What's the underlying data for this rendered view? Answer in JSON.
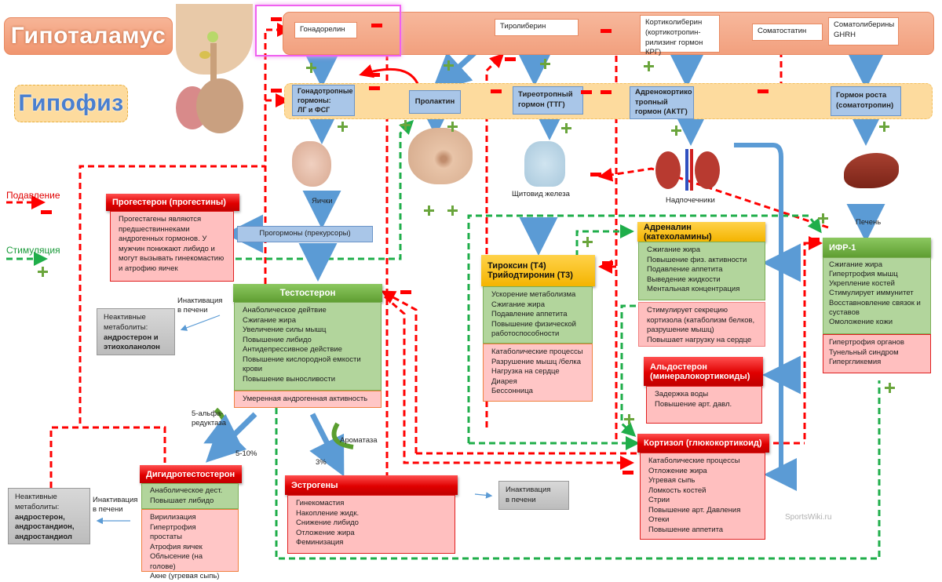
{
  "colors": {
    "suppression": "#ff0000",
    "stimulation": "#22aa44",
    "hormone_arrow": "#5b9bd5"
  },
  "levels": {
    "hypothalamus": "Гипоталамус",
    "pituitary": "Гипофиз"
  },
  "releasing": {
    "gonadorelin": "Гонадорелин",
    "tiroliberin": "Тиролиберин",
    "kortikoliberin": [
      "Кортиколиберин",
      "(кортикотропин-",
      "рилизинг гормон КРГ)"
    ],
    "somatostatin": "Соматостатин",
    "somatoliberin": [
      "Соматолиберины",
      "GHRH"
    ]
  },
  "pituitary_hormones": {
    "gonadotropic": [
      "Гонадотропные",
      "гормоны:",
      "ЛГ и ФСГ"
    ],
    "prolactin": "Пролактин",
    "ttg": [
      "Тиреотропный",
      "гормон (ТТГ)"
    ],
    "actg": [
      "Адренокортико",
      "тропный",
      "гормон (АКТГ)"
    ],
    "gh": [
      "Гормон роста",
      "(соматотропин)"
    ]
  },
  "organs": {
    "testes": "Яички",
    "thyroid": "Щитовид железа",
    "adrenals": "Надпочечники",
    "liver": "Печень"
  },
  "legend": {
    "suppression": "Подавление",
    "stimulation": "Стимуляция"
  },
  "progesterone": {
    "title": "Прогестерон (прогестины)",
    "text": [
      "Прогестагены являются",
      "предшествиннеками",
      "андрогенных гормонов. У",
      "мужчин понижают либидо и",
      "могут вызывать гинекомастию",
      "и атрофию яичек"
    ]
  },
  "prohormones": "Прогормоны (прекурсоры)",
  "testosterone": {
    "title": "Тестостерон",
    "positive": [
      "Анаболическое дейтвие",
      "Сжигание жира",
      "Увеличение силы мышц",
      "Повышение либидо",
      "Антидепрессивное действие",
      "Повышение кислородной  емкости",
      "крови",
      "Повышение выносливости"
    ],
    "negative": [
      "Умеренная андрогенная активность"
    ]
  },
  "inactivation_liver": [
    "Инактивация",
    "в печени"
  ],
  "metabolites1": {
    "line1": "Неактивные",
    "line2": "метаболиты:",
    "bold": [
      "андростерон и",
      "этиохоланолон"
    ]
  },
  "metabolites2": {
    "line1": "Неактивные",
    "line2": "метаболиты:",
    "bold": [
      "андростерон,",
      "андростандион,",
      "андростандиол"
    ]
  },
  "thyroxine": {
    "title": [
      "Тироксин (Т4)",
      "Трийодтиронин (Т3)"
    ],
    "positive": [
      "Ускорение метаболизма",
      "Сжигание жира",
      "Подавление аппетита",
      "Повышение физической",
      "работоспособности"
    ],
    "negative": [
      "Катаболические процессы",
      "Разрушение мышц /белка",
      "Нагрузка на сердце",
      "Диарея",
      "Бессонница"
    ]
  },
  "adrenaline": {
    "title": "Адреналин (катехоламины)",
    "positive": [
      "Сжигание жира",
      "Повышение физ. активности",
      "Подавление аппетита",
      "Выведение жидкости",
      "Ментальная концентрация"
    ],
    "negative": [
      "Стимулирует секрецию",
      "кортизола (катаболизм белков,",
      "разрушение мышц)",
      "Повышает нагрузку на сердце"
    ]
  },
  "aldosterone": {
    "title": [
      "Альдостерон",
      "(минералокортикоиды)"
    ],
    "negative": [
      "Задержка воды",
      "Повышение арт. давл."
    ]
  },
  "cortisol": {
    "title": "Кортизол (глюкокортикоид)",
    "negative": [
      "Катаболические процессы",
      "Отложение жира",
      "Угревая сыпь",
      "Ломкость костей",
      "Стрии",
      "Повышение арт. Давления",
      "Отеки",
      "Повышение аппетита"
    ]
  },
  "igf1": {
    "title": "ИФР-1",
    "positive": [
      "Сжигание жира",
      "Гипертрофия мышц",
      "Укрепление костей",
      "Стимулирует иммунитет",
      "Восставновление связок и",
      "суставов",
      "Омоложение кожи"
    ],
    "negative": [
      "Гипертрофия органов",
      "Тунельный синдром",
      "Гипергликемия"
    ]
  },
  "dht": {
    "title": "Дигидротестостерон",
    "positive": [
      "Анаболическое дест.",
      "Повышает либидо"
    ],
    "negative": [
      "Вирилизация",
      "Гипертрофия простаты",
      "Атрофия яичек",
      "Облысение (на голове)",
      "Акне (угревая сыпь)"
    ]
  },
  "estrogens": {
    "title": "Эстрогены",
    "negative": [
      "Гинекомастия",
      "Накопление жидк.",
      "Снижение либидо",
      "Отложение жира",
      "Феминизация"
    ]
  },
  "conversion": {
    "reductase": [
      "5-альфа-",
      "редуктаза"
    ],
    "reductase_pct": "5-10%",
    "aromatase": "Ароматаза",
    "aromatase_pct": "3%"
  },
  "watermark": "SportsWiki.ru"
}
